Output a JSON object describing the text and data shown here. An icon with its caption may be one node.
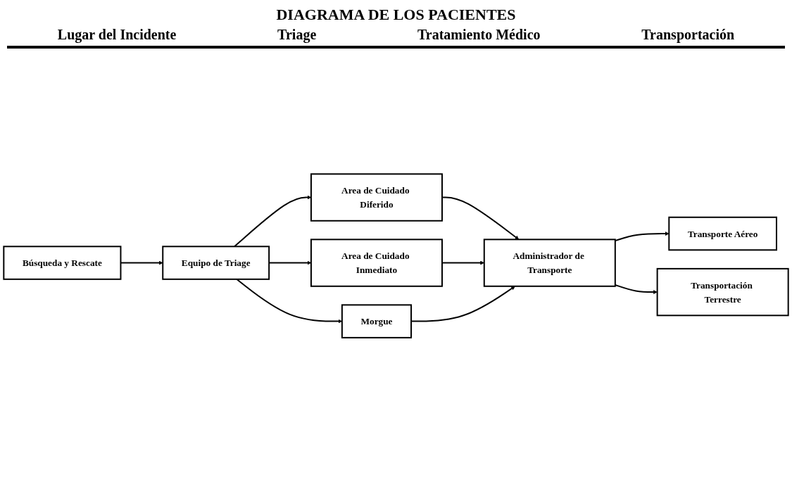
{
  "diagram": {
    "title": "DIAGRAMA DE LOS PACIENTES",
    "nodes": [
      {
        "text": [
          "Búsqueda y Rescate"
        ]
      },
      {
        "text": [
          "Equipo de Triage"
        ]
      },
      {
        "text": [
          "Area de Cuidado Diferido"
        ]
      },
      {
        "text": [
          "Area de Cuidado Inmediato"
        ]
      },
      {
        "text": [
          "Morgue"
        ]
      },
      {
        "text": [
          "Administrador de Transporte"
        ]
      },
      {
        "text": [
          "Transporte Aéreo"
        ]
      },
      {
        "text": [
          "Transportación Terrestre"
        ]
      }
    ],
    "edges": [
      {
        "from": 0,
        "to": 1,
        "arrow": "to"
      },
      {
        "from": 1,
        "to": 2,
        "arrow": "to"
      },
      {
        "from": 1,
        "to": 3,
        "arrow": "to"
      },
      {
        "from": 1,
        "to": 4,
        "arrow": "to"
      },
      {
        "from": 2,
        "to": 5,
        "arrow": "to"
      },
      {
        "from": 3,
        "to": 5,
        "arrow": "to"
      },
      {
        "from": 4,
        "to": 5,
        "arrow": "to"
      },
      {
        "from": 5,
        "to": 6,
        "arrow": "to"
      },
      {
        "from": 5,
        "to": 7,
        "arrow": "to"
      }
    ],
    "labels": [
      "Lugar del Incidente",
      "Triage",
      "Tratamiento Médico",
      "Transportación"
    ]
  }
}
